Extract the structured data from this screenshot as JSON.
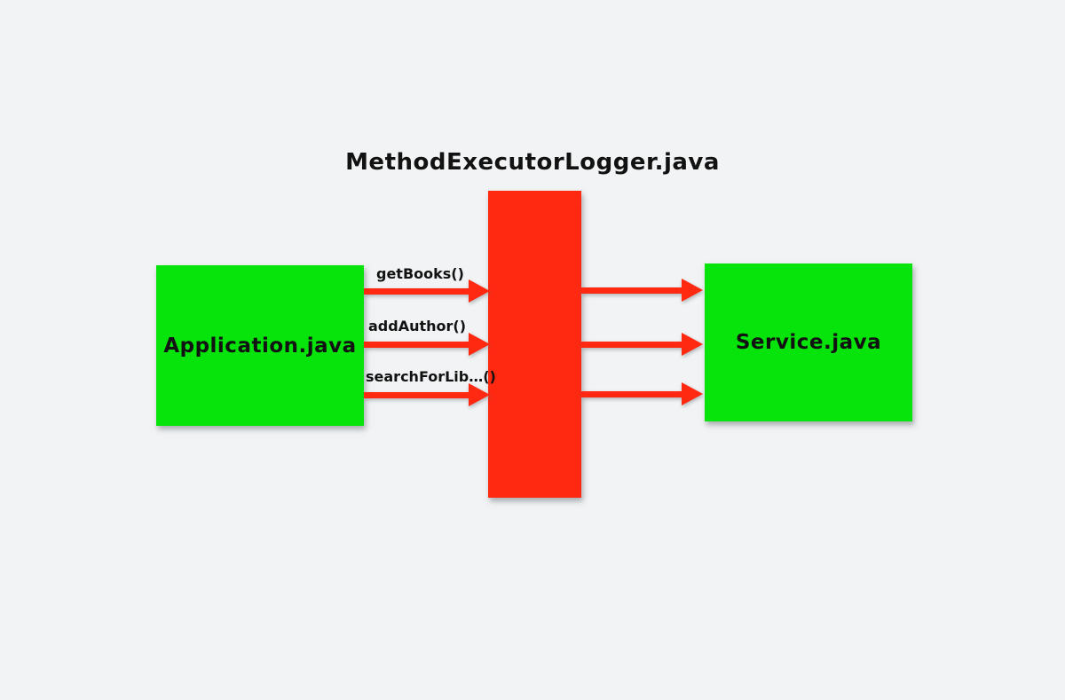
{
  "title": "MethodExecutorLogger.java",
  "nodes": {
    "application": {
      "label": "Application.java"
    },
    "service": {
      "label": "Service.java"
    }
  },
  "calls": [
    {
      "label": "getBooks()"
    },
    {
      "label": "addAuthor()"
    },
    {
      "label": "searchForLib…()"
    }
  ],
  "colors": {
    "background": "#f1f3f4",
    "node-green": "#06e40b",
    "node-red": "#ff2912",
    "arrow-red": "#ff2912",
    "text": "#121212"
  }
}
